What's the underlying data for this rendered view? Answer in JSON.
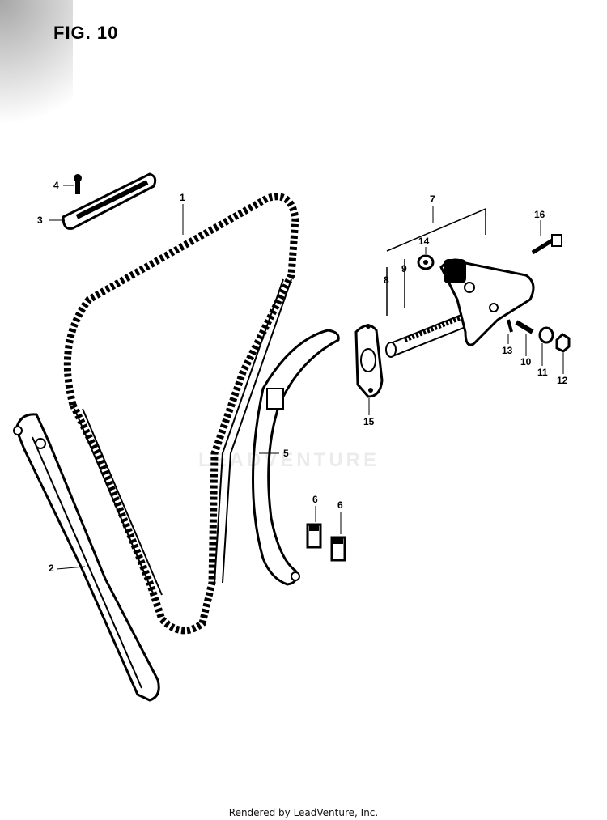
{
  "figure": {
    "title": "FIG. 10",
    "watermark": "LEADVENTURE",
    "footer": "Rendered by LeadVenture, Inc."
  },
  "callouts": {
    "c1": "1",
    "c2": "2",
    "c3": "3",
    "c4": "4",
    "c5": "5",
    "c6a": "6",
    "c6b": "6",
    "c7": "7",
    "c8": "8",
    "c9": "9",
    "c10": "10",
    "c11": "11",
    "c12": "12",
    "c13": "13",
    "c14": "14",
    "c15": "15",
    "c16": "16"
  },
  "colors": {
    "ink": "#000000",
    "paper": "#ffffff"
  }
}
